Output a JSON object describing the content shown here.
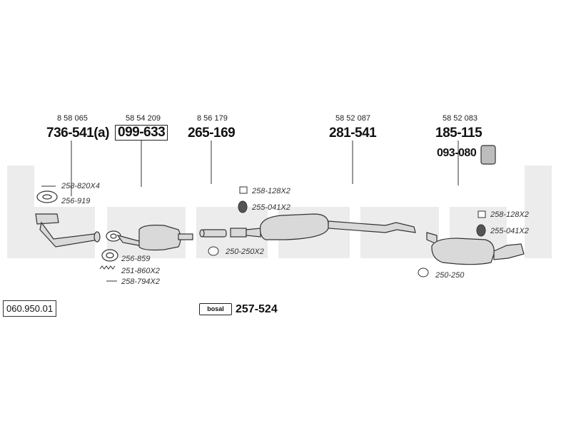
{
  "brand": "bosal",
  "diagram_code": "060.950.01",
  "kit": {
    "badge": "bosal",
    "number": "257-524"
  },
  "components": [
    {
      "ref": "8 58 065",
      "part": "736-541(a)",
      "boxed": false
    },
    {
      "ref": "58 54 209",
      "part": "099-633",
      "boxed": true
    },
    {
      "ref": "8 56 179",
      "part": "265-169",
      "boxed": false
    },
    {
      "ref": "58 52 087",
      "part": "281-541",
      "boxed": false
    },
    {
      "ref": "58 52 083",
      "part": "185-115",
      "boxed": false
    }
  ],
  "extra_part": "093-080",
  "accessories": [
    "258-820X4",
    "256-919",
    "256-859",
    "251-860X2",
    "258-794X2",
    "258-128X2",
    "255-041X2",
    "250-250X2",
    "258-128X2",
    "255-041X2",
    "250-250"
  ],
  "colors": {
    "watermark": "#ececec",
    "line": "#333333",
    "part_fill": "#d9d9d9"
  }
}
